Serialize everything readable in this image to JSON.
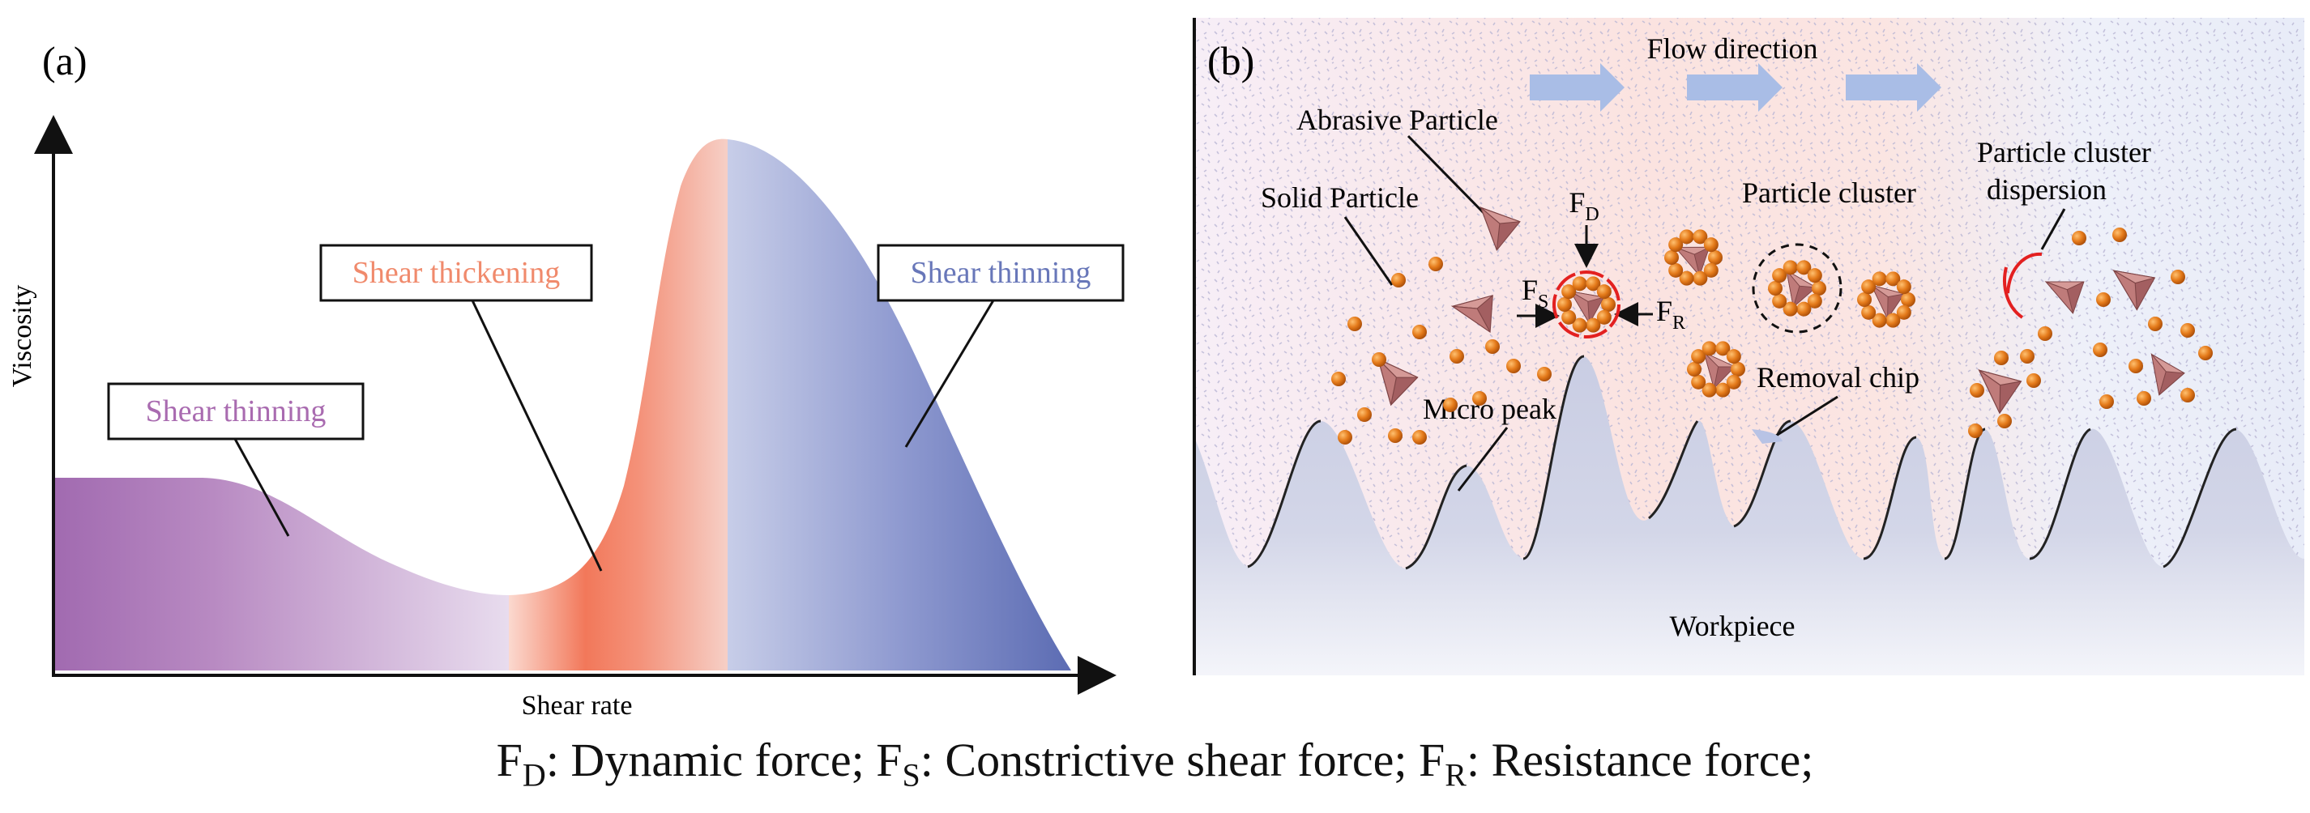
{
  "panel_a": {
    "tag": "(a)",
    "y_axis_label": "Viscosity",
    "x_axis_label": "Shear rate",
    "regions": [
      {
        "name": "Shear thinning",
        "color": "#a96bb0"
      },
      {
        "name": "Shear thickening",
        "color": "#f08a6c"
      },
      {
        "name": "Shear thinning",
        "color": "#6877b9"
      }
    ]
  },
  "panel_b": {
    "tag": "(b)",
    "flow_label": "Flow direction",
    "labels": {
      "abrasive_particle": "Abrasive Particle",
      "solid_particle": "Solid Particle",
      "particle_cluster": "Particle cluster",
      "cluster_dispersion_line1": "Particle cluster",
      "cluster_dispersion_line2": "dispersion",
      "micro_peak": "Micro peak",
      "removal_chip": "Removal chip",
      "workpiece": "Workpiece"
    },
    "forces": {
      "fd_main": "F",
      "fd_sub": "D",
      "fs_main": "F",
      "fs_sub": "S",
      "fr_main": "F",
      "fr_sub": "R"
    },
    "colors": {
      "particle": "#e3791a",
      "abrasive": "#b96f6f",
      "workpiece": "#c7cbe2",
      "highlight": "#e32020"
    }
  },
  "caption": {
    "fd": {
      "main": "F",
      "sub": "D",
      "text": ": Dynamic force; "
    },
    "fs": {
      "main": "F",
      "sub": "S",
      "text": ": Constrictive shear force; "
    },
    "fr": {
      "main": "F",
      "sub": "R",
      "text": ": Resistance force;"
    }
  }
}
